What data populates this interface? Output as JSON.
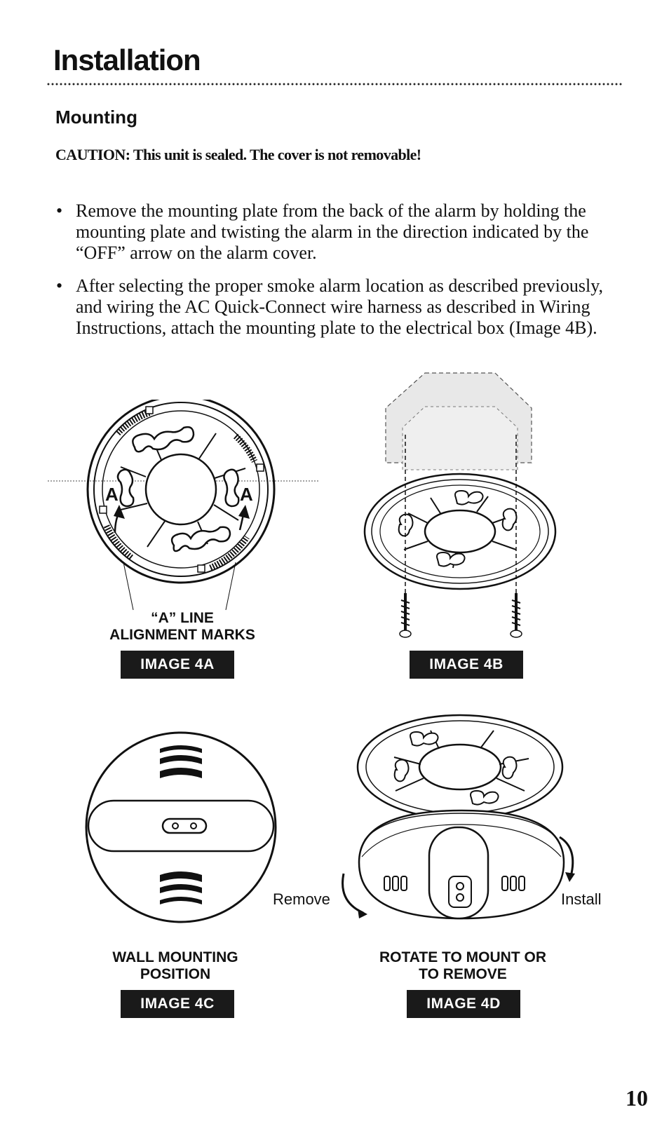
{
  "page": {
    "title": "Installation",
    "section": "Mounting",
    "caution": "CAUTION:  This unit is sealed. The cover is not removable!",
    "bullets": [
      {
        "marker": "•",
        "text": "Remove the mounting plate from the back of the alarm by holding the mounting plate and twisting the alarm in the direction indicated by the “OFF” arrow on the alarm cover."
      },
      {
        "marker": "•",
        "text_before": "After selecting the proper smoke alarm location as described previously, and wiring the AC Quick-Connect wire harness as described in ",
        "emphasis": "Wiring Instructions",
        "text_after": ", attach the mounting plate to the electrical box (Image 4B)."
      }
    ],
    "page_number": "10"
  },
  "figures": {
    "fig4a": {
      "marks": [
        "A",
        "A"
      ],
      "caption_line1": "“A” LINE",
      "caption_line2": "ALIGNMENT MARKS",
      "label": "IMAGE 4A"
    },
    "fig4b": {
      "label": "IMAGE 4B"
    },
    "fig4c": {
      "caption_line1": "WALL MOUNTING",
      "caption_line2": "POSITION",
      "label": "IMAGE 4C"
    },
    "fig4d": {
      "remove": "Remove",
      "install": "Install",
      "caption_line1": "ROTATE TO MOUNT OR",
      "caption_line2": "TO REMOVE",
      "label": "IMAGE 4D"
    }
  }
}
